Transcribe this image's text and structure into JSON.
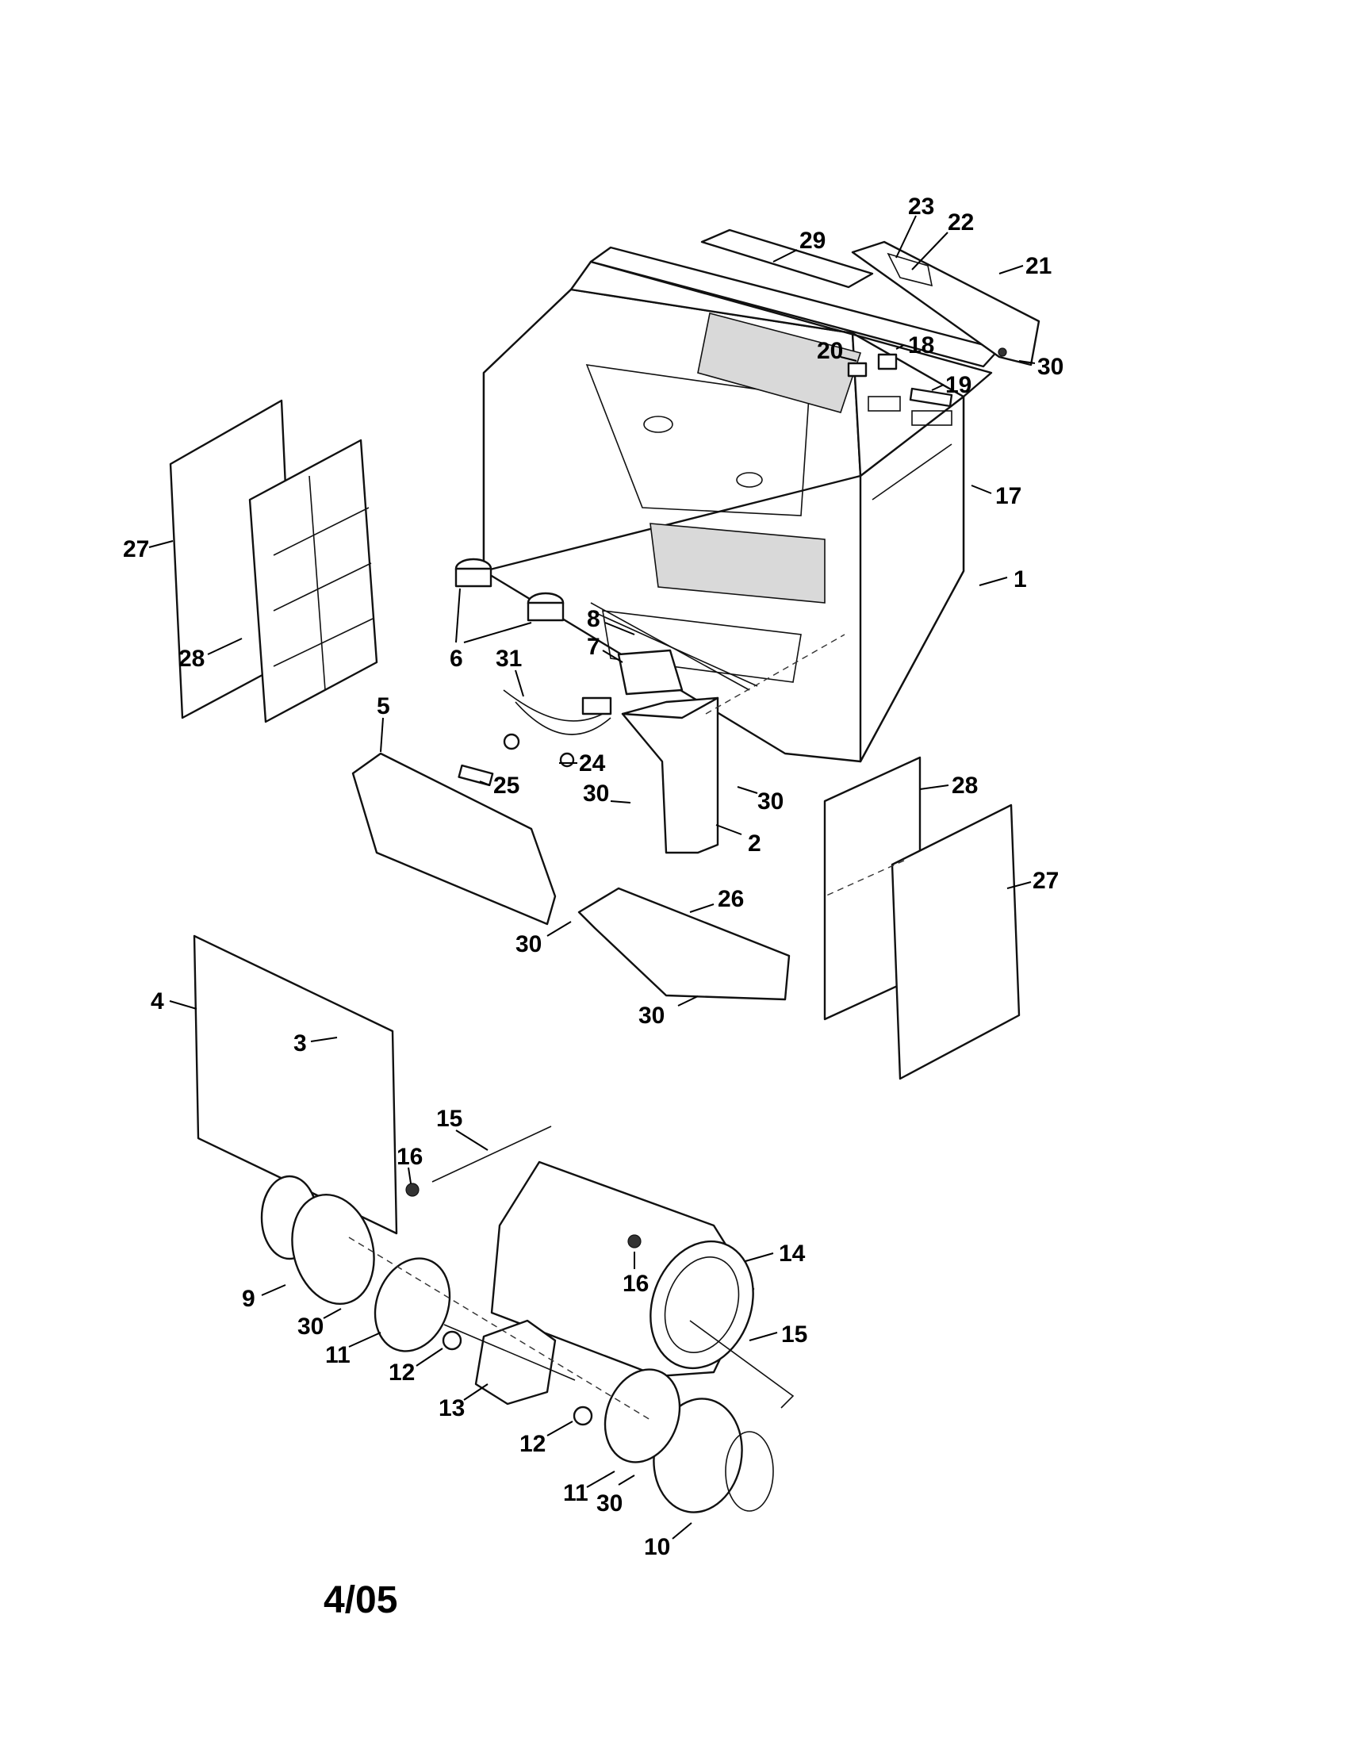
{
  "callouts": [
    {
      "label": "1"
    },
    {
      "label": "2"
    },
    {
      "label": "3"
    },
    {
      "label": "4"
    },
    {
      "label": "5"
    },
    {
      "label": "6"
    },
    {
      "label": "7"
    },
    {
      "label": "8"
    },
    {
      "label": "9"
    },
    {
      "label": "10"
    },
    {
      "label": "11"
    },
    {
      "label": "11"
    },
    {
      "label": "12"
    },
    {
      "label": "12"
    },
    {
      "label": "13"
    },
    {
      "label": "14"
    },
    {
      "label": "15"
    },
    {
      "label": "15"
    },
    {
      "label": "16"
    },
    {
      "label": "16"
    },
    {
      "label": "17"
    },
    {
      "label": "18"
    },
    {
      "label": "19"
    },
    {
      "label": "20"
    },
    {
      "label": "21"
    },
    {
      "label": "22"
    },
    {
      "label": "23"
    },
    {
      "label": "24"
    },
    {
      "label": "25"
    },
    {
      "label": "26"
    },
    {
      "label": "27"
    },
    {
      "label": "27"
    },
    {
      "label": "28"
    },
    {
      "label": "28"
    },
    {
      "label": "29"
    },
    {
      "label": "30"
    },
    {
      "label": "30"
    },
    {
      "label": "30"
    },
    {
      "label": "30"
    },
    {
      "label": "30"
    },
    {
      "label": "30"
    },
    {
      "label": "30"
    },
    {
      "label": "31"
    }
  ],
  "footer": {
    "date_code": "4/05"
  }
}
